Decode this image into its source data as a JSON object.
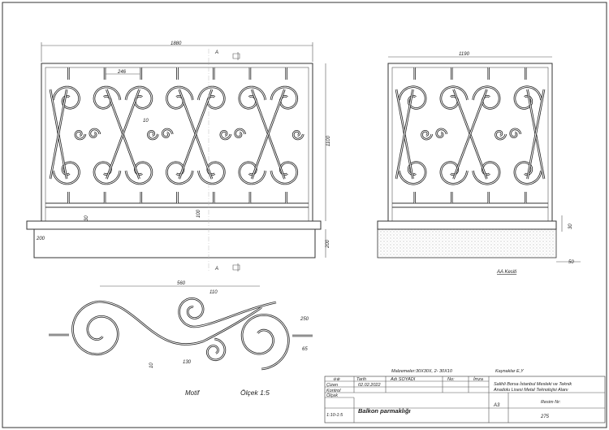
{
  "front_view": {
    "dims": {
      "width": "1880",
      "height": "1100",
      "pitch": "246",
      "bar": "10",
      "bottom_gap": "30",
      "rail": "100",
      "offset": "200",
      "base": "200"
    },
    "section_mark": "A"
  },
  "side_view": {
    "dims": {
      "width": "1190",
      "rail": "30",
      "edge": "50"
    },
    "label": "AA Kesiti"
  },
  "motif": {
    "dims": {
      "width": "560",
      "small": "110",
      "right": "250",
      "lower": "130",
      "edge": "65",
      "thick": "10"
    },
    "label": "Motif",
    "scale_label": "Ölçek 1:5"
  },
  "notes": {
    "materials": "Malzemeler:30X30X, 2- 30X10",
    "welding": "Kaynaklar E,Y"
  },
  "title_block": {
    "symbol": "⊖⊕",
    "col_date": "Tarih",
    "col_name": "Adı SOYADI",
    "col_no": "No:",
    "col_sign": "İmza",
    "row_drawn": "Çizen",
    "date": "02.02.2022",
    "row_check": "Kontrol",
    "scale_label": "Ölçek",
    "scale": "1:10-1:5",
    "title": "Balkon parmaklığı",
    "school_line1": "Salihli Borsa İstanbul Mesleki ve Teknik",
    "school_line2": "Anadolu Lisesi    Metal Teknolojisi Alanı",
    "paper": "A3",
    "drawing_no_label": "Resim Nr:",
    "drawing_no": "275"
  }
}
